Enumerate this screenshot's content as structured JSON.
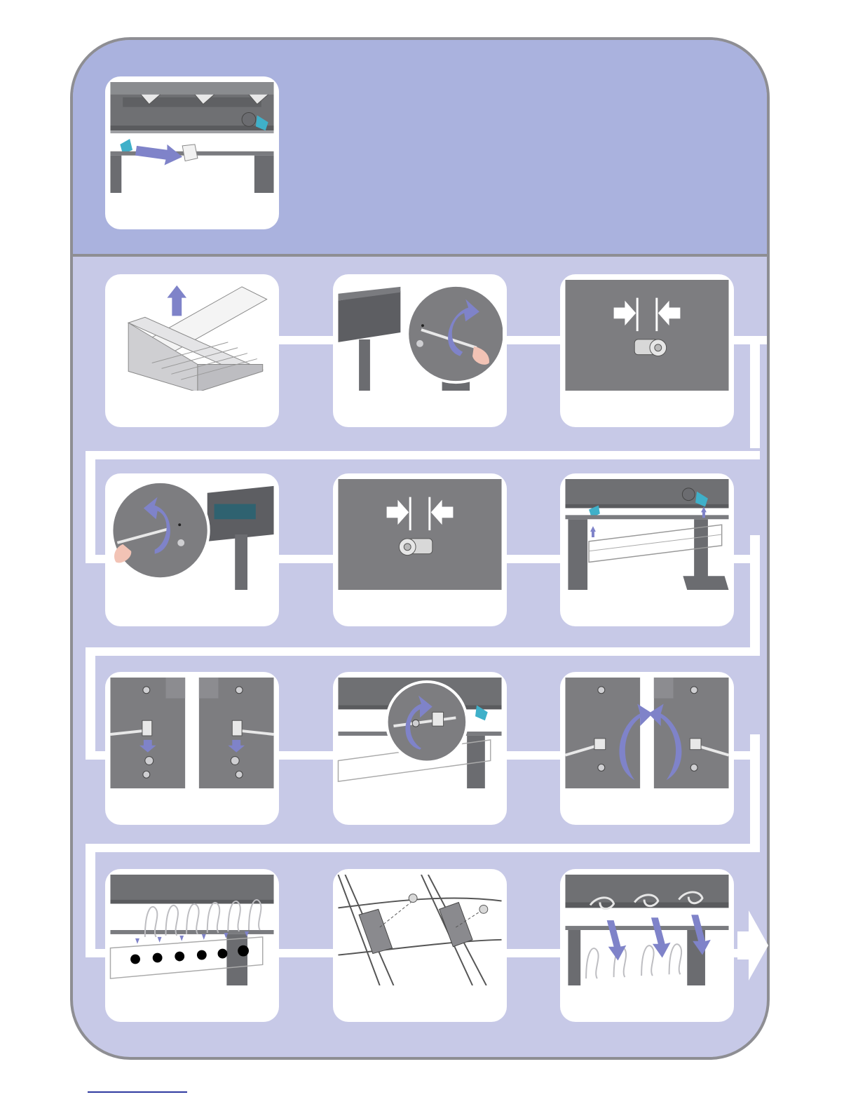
{
  "page": {
    "colors": {
      "frame_border": "#8e8e93",
      "header_band": "#aab2de",
      "body_band": "#c7c9e7",
      "card": "#ffffff",
      "photo_gray": "#7d7d80",
      "accent_purple": "#7f83c9",
      "accent_cyan": "#3fb0c9"
    }
  },
  "steps": [
    {
      "id": "intro",
      "icon": "printer-remove-spacer-illustration"
    },
    {
      "id": "1",
      "icon": "lift-bin-illustration"
    },
    {
      "id": "2",
      "icon": "unscrew-right-leg-illustration"
    },
    {
      "id": "3",
      "icon": "screw-spacing-illustration"
    },
    {
      "id": "4",
      "icon": "unscrew-left-leg-illustration"
    },
    {
      "id": "5",
      "icon": "screw-spacing-illustration"
    },
    {
      "id": "6",
      "icon": "lift-basket-illustration"
    },
    {
      "id": "7",
      "icon": "hook-onto-screw-illustration"
    },
    {
      "id": "8",
      "icon": "fasten-basket-illustration"
    },
    {
      "id": "9",
      "icon": "tighten-screws-illustration"
    },
    {
      "id": "10",
      "icon": "attach-wire-supports-illustration"
    },
    {
      "id": "11",
      "icon": "insert-pins-illustration"
    },
    {
      "id": "12",
      "icon": "fold-supports-illustration"
    }
  ],
  "navigation": {
    "next_icon": "next-page-arrow-icon"
  }
}
